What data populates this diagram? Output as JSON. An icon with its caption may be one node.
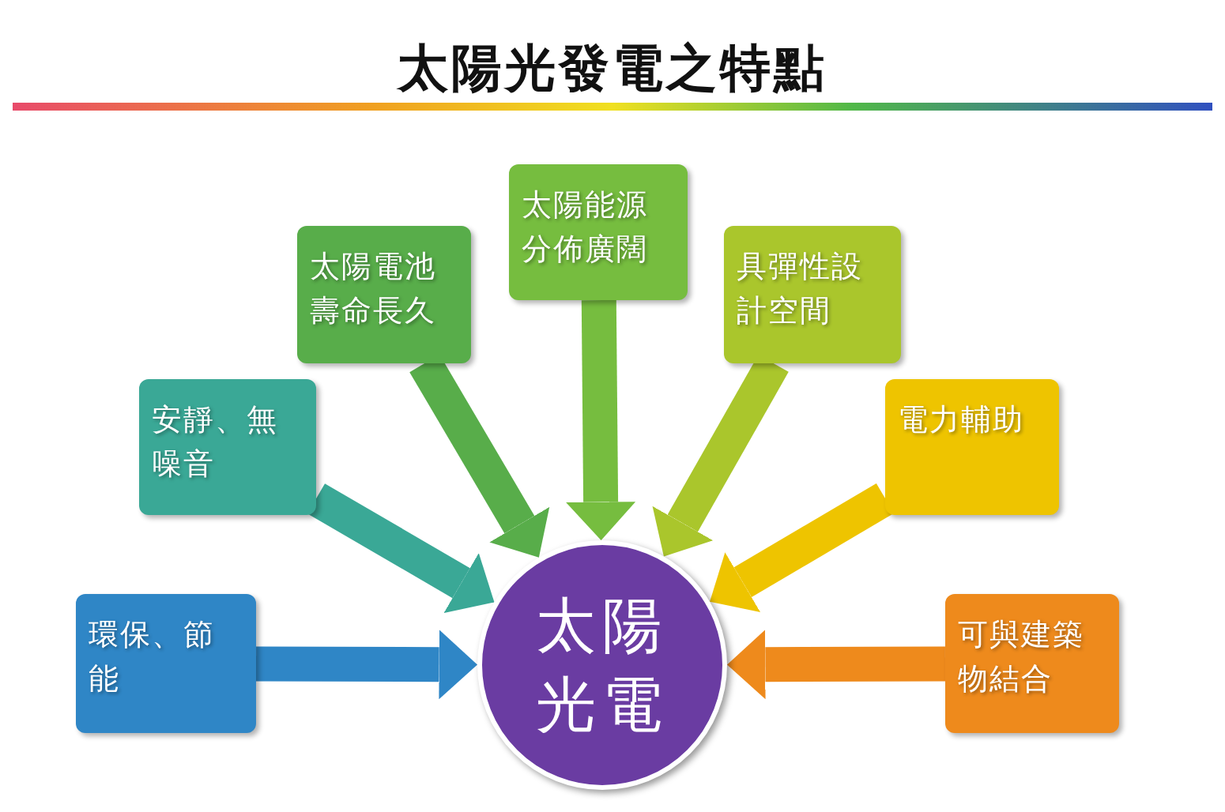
{
  "diagram": {
    "title": "太陽光發電之特點",
    "nodes": [
      {
        "text": [
          "太陽光電"
        ]
      },
      {
        "text": [
          "環保、節能"
        ]
      },
      {
        "text": [
          "安靜、無噪音"
        ]
      },
      {
        "text": [
          "太陽電池壽命長久"
        ]
      },
      {
        "text": [
          "太陽能源分佈廣闊"
        ]
      },
      {
        "text": [
          "具彈性設計空間"
        ]
      },
      {
        "text": [
          "電力輔助"
        ]
      },
      {
        "text": [
          "可與建築物結合"
        ]
      }
    ],
    "edges": [
      {
        "from": 1,
        "to": 0,
        "arrow": "to",
        "color": "#2f86c6"
      },
      {
        "from": 2,
        "to": 0,
        "arrow": "to",
        "color": "#3aa896"
      },
      {
        "from": 3,
        "to": 0,
        "arrow": "to",
        "color": "#58ad4a"
      },
      {
        "from": 4,
        "to": 0,
        "arrow": "to",
        "color": "#76bd3f"
      },
      {
        "from": 5,
        "to": 0,
        "arrow": "to",
        "color": "#aac62c"
      },
      {
        "from": 6,
        "to": 0,
        "arrow": "to",
        "color": "#eec400"
      },
      {
        "from": 7,
        "to": 0,
        "arrow": "to",
        "color": "#ee8a1c"
      }
    ]
  }
}
